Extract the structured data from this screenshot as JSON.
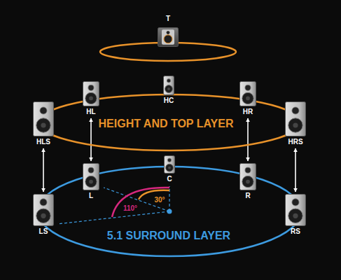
{
  "diagram": {
    "nodes": [
      {
        "text": [
          "T"
        ]
      },
      {
        "text": [
          "HC"
        ]
      },
      {
        "text": [
          "HL"
        ]
      },
      {
        "text": [
          "HR"
        ]
      },
      {
        "text": [
          "HLS"
        ]
      },
      {
        "text": [
          "HRS"
        ]
      },
      {
        "text": [
          "HEIGHT AND TOP LAYER"
        ]
      },
      {
        "text": [
          "C"
        ]
      },
      {
        "text": [
          "L"
        ]
      },
      {
        "text": [
          "R"
        ]
      },
      {
        "text": [
          "LS"
        ]
      },
      {
        "text": [
          "RS"
        ]
      },
      {
        "text": [
          "5.1 SURROUND LAYER"
        ]
      }
    ],
    "edges": [
      {
        "from": 4,
        "to": 10,
        "arrow": "both"
      },
      {
        "from": 2,
        "to": 8,
        "arrow": "both"
      },
      {
        "from": 3,
        "to": 9,
        "arrow": "both"
      },
      {
        "from": 5,
        "to": 11,
        "arrow": "both"
      }
    ],
    "labels": [
      "110°",
      "30°"
    ]
  }
}
